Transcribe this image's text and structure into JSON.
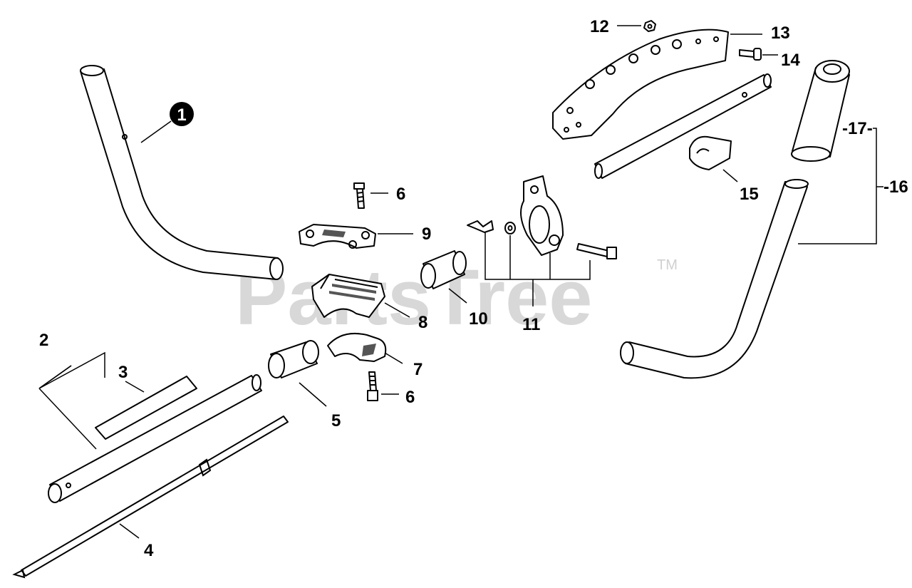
{
  "watermark": {
    "text": "PartsTree",
    "tm": "TM"
  },
  "callouts": [
    {
      "id": "c1",
      "text": "1",
      "circled": true
    },
    {
      "id": "c2",
      "text": "2"
    },
    {
      "id": "c3",
      "text": "3"
    },
    {
      "id": "c4",
      "text": "4"
    },
    {
      "id": "c5",
      "text": "5"
    },
    {
      "id": "c6a",
      "text": "6"
    },
    {
      "id": "c6b",
      "text": "6"
    },
    {
      "id": "c7",
      "text": "7"
    },
    {
      "id": "c8",
      "text": "8"
    },
    {
      "id": "c9",
      "text": "9"
    },
    {
      "id": "c10",
      "text": "10"
    },
    {
      "id": "c11",
      "text": "11"
    },
    {
      "id": "c12",
      "text": "12"
    },
    {
      "id": "c13",
      "text": "13"
    },
    {
      "id": "c14",
      "text": "14"
    },
    {
      "id": "c15",
      "text": "15"
    },
    {
      "id": "c16",
      "text": "-16"
    },
    {
      "id": "c17",
      "text": "-17-"
    }
  ],
  "colors": {
    "line": "#000000",
    "watermark": "#d8d8d8",
    "background": "#ffffff"
  }
}
